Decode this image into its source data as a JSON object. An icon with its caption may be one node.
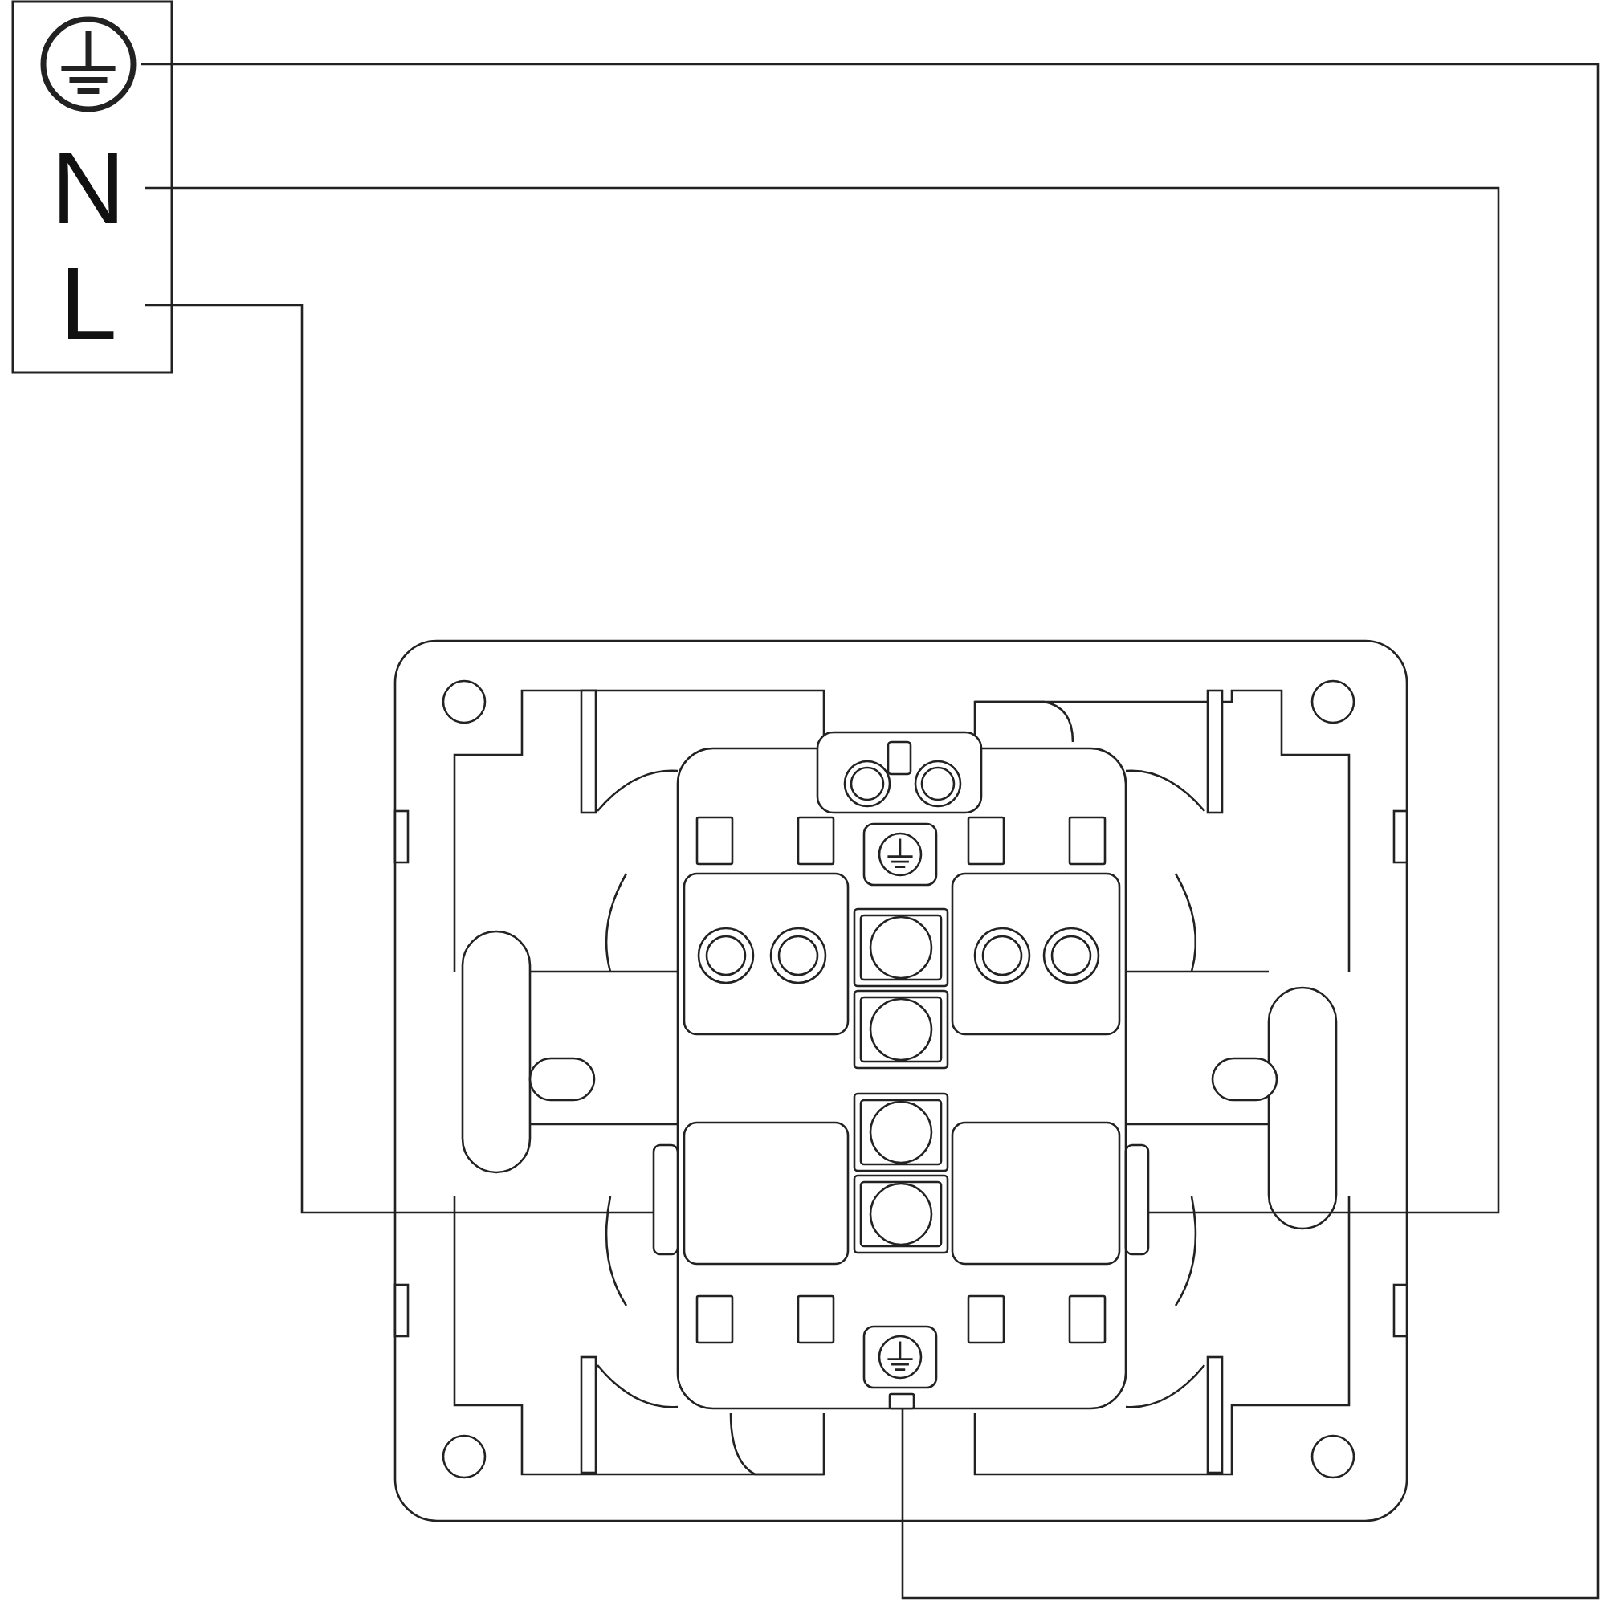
{
  "diagram": {
    "nodes": [
      {
        "text": [],
        "shape": "picture"
      },
      {
        "text": [
          "N"
        ]
      },
      {
        "text": [
          "L"
        ]
      },
      {
        "text": [],
        "shape": "picture"
      },
      {
        "text": [],
        "shape": "box",
        "in": 3
      },
      {
        "text": [],
        "shape": "box",
        "in": 3
      },
      {
        "text": [],
        "shape": "box",
        "in": 3
      }
    ],
    "edges": [
      {
        "from": 0,
        "to": 6,
        "arrow": "none"
      },
      {
        "from": 1,
        "to": 5,
        "arrow": "none"
      },
      {
        "from": 2,
        "to": 4,
        "arrow": "none"
      }
    ]
  }
}
